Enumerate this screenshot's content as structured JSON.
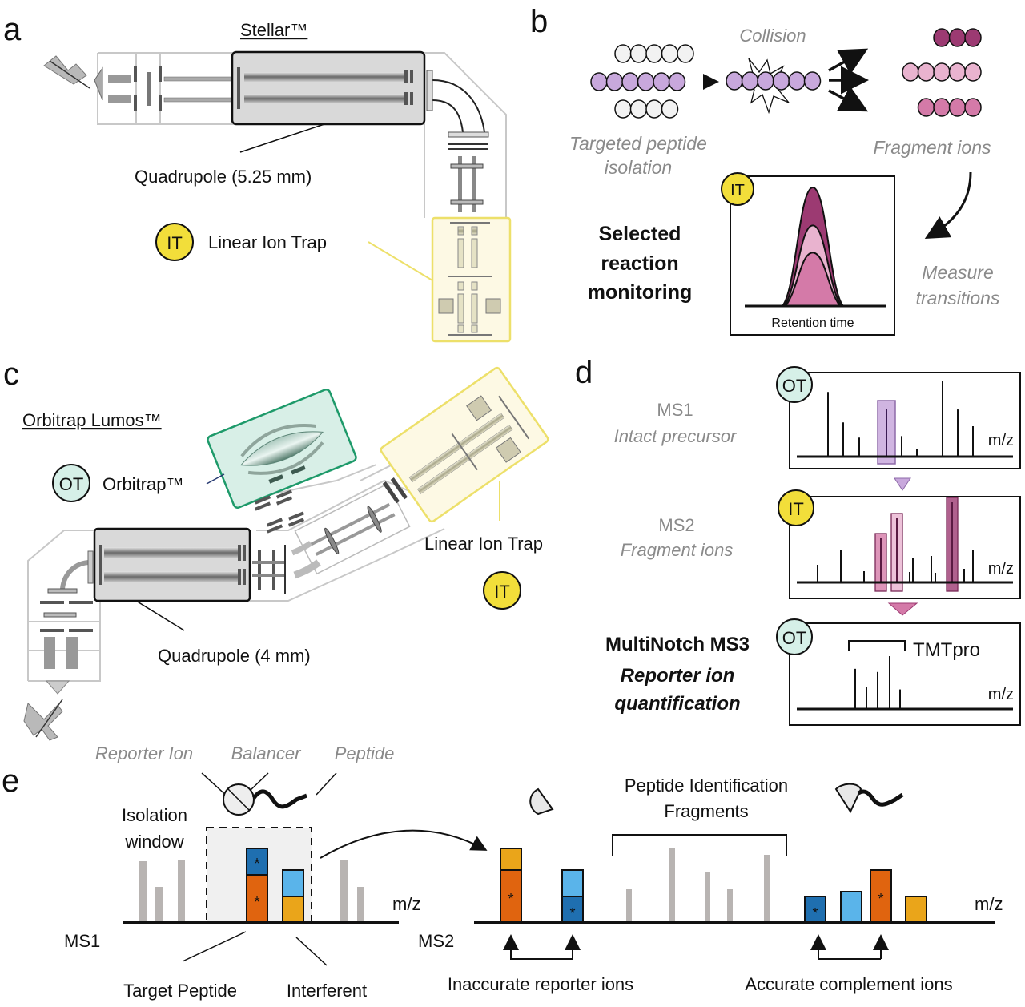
{
  "colors": {
    "it_yellow": "#f2de3a",
    "ot_teal": "#d6f0e8",
    "orbitrap_green": "#1e9a6a",
    "purple": "#c8a8dc",
    "pink_dark": "#9c3a72",
    "pink_mid": "#d47aa8",
    "pink_light": "#e9b3cf",
    "orange": "#e0640f",
    "gold": "#eaa51a",
    "blue_dark": "#1f6fb0",
    "blue_light": "#5ab4ea",
    "gray_bar": "#b8b4b2"
  },
  "panel_a": {
    "letter": "a",
    "instrument": "Stellar™",
    "quadrupole_label": "Quadrupole (5.25 mm)",
    "it_badge": "IT",
    "ion_trap_label": "Linear Ion Trap"
  },
  "panel_b": {
    "letter": "b",
    "collision_label": "Collision",
    "isolation_label_1": "Targeted peptide",
    "isolation_label_2": "isolation",
    "fragment_label": "Fragment ions",
    "measure_label_1": "Measure",
    "measure_label_2": "transitions",
    "method_1": "Selected",
    "method_2": "reaction",
    "method_3": "monitoring",
    "it_badge": "IT",
    "xaxis": "Retention time",
    "peptide_rows": [
      {
        "count": 5,
        "color": "white"
      },
      {
        "count": 6,
        "color": "purple"
      },
      {
        "count": 4,
        "color": "white"
      }
    ],
    "fragment_rows": [
      {
        "count": 3,
        "color": "pink_dark"
      },
      {
        "count": 5,
        "color": "pink_light"
      },
      {
        "count": 4,
        "color": "pink_mid"
      }
    ]
  },
  "panel_c": {
    "letter": "c",
    "instrument": "Orbitrap Lumos™",
    "ot_badge": "OT",
    "orbitrap_label": "Orbitrap™",
    "ion_trap_label": "Linear Ion Trap",
    "it_badge": "IT",
    "quadrupole_label": "Quadrupole (4 mm)"
  },
  "panel_d": {
    "letter": "d",
    "ms1_title": "MS1",
    "ms1_sub": "Intact precursor",
    "ms2_title": "MS2",
    "ms2_sub": "Fragment ions",
    "ms3_title": "MultiNotch MS3",
    "ms3_sub_1": "Reporter ion",
    "ms3_sub_2": "quantification",
    "ot_badge": "OT",
    "it_badge": "IT",
    "axis_label": "m/z",
    "tmt_label": "TMTpro"
  },
  "panel_e": {
    "letter": "e",
    "reporter_ion": "Reporter Ion",
    "balancer": "Balancer",
    "peptide": "Peptide",
    "isolation_1": "Isolation",
    "isolation_2": "window",
    "axis_label": "m/z",
    "ms1": "MS1",
    "ms2": "MS2",
    "target_peptide": "Target Peptide",
    "interferent": "Interferent",
    "pid_1": "Peptide Identification",
    "pid_2": "Fragments",
    "inaccurate": "Inaccurate reporter ions",
    "accurate": "Accurate complement ions",
    "star": "*"
  },
  "chart_data": [
    {
      "type": "bar",
      "title": "MS1 (Intact precursor)",
      "xlabel": "m/z",
      "relative_peaks": [
        0.85,
        0.45,
        0.25,
        0.63,
        0.27,
        0.1,
        1.0,
        0.62,
        0.4
      ],
      "isolated_peak_index": 3
    },
    {
      "type": "bar",
      "title": "MS2 (Fragment ions)",
      "xlabel": "m/z",
      "relative_peaks": [
        0.22,
        0.4,
        0.14,
        0.55,
        0.8,
        0.13,
        0.3,
        0.33,
        0.12,
        1.0,
        0.17,
        0.4
      ],
      "selected_peak_indices": [
        3,
        4,
        9
      ]
    },
    {
      "type": "bar",
      "title": "MultiNotch MS3 (TMTpro reporter ions)",
      "xlabel": "m/z",
      "relative_peaks": [
        0.76,
        0.41,
        0.7,
        1.0,
        0.37
      ]
    },
    {
      "type": "area",
      "title": "Selected reaction monitoring",
      "xlabel": "Retention time",
      "series": [
        {
          "name": "transition 1",
          "relative_height": 1.0
        },
        {
          "name": "transition 2",
          "relative_height": 0.68
        },
        {
          "name": "transition 3",
          "relative_height": 0.45
        }
      ]
    }
  ]
}
